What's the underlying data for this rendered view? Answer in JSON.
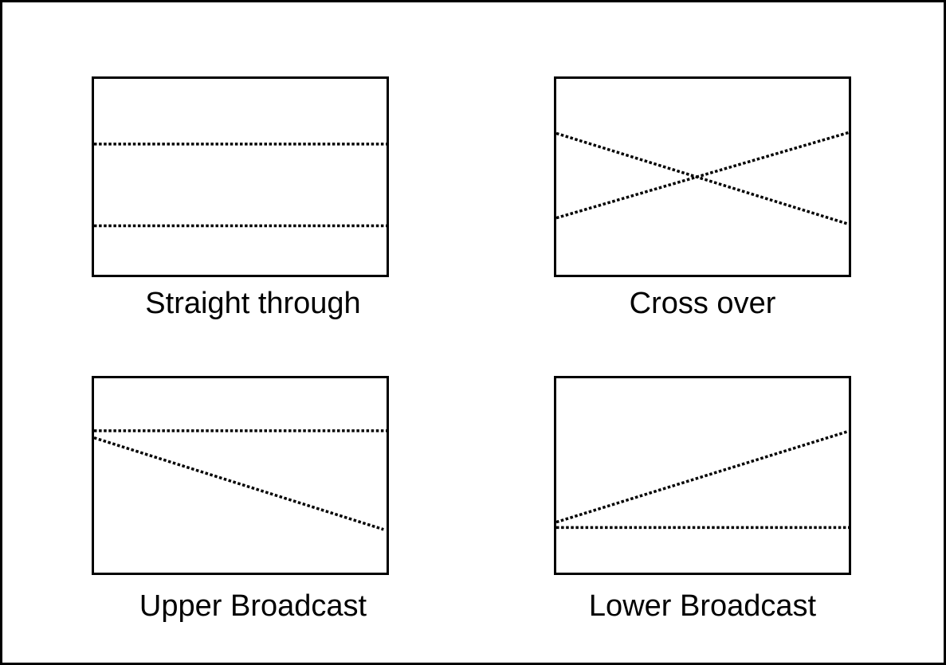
{
  "canvas": {
    "background": "#ffffff",
    "border_color": "#000000",
    "line_color": "#000000"
  },
  "diagram": {
    "panels": [
      {
        "name": "straight-through",
        "label": "Straight through",
        "lines": [
          {
            "x1": 0,
            "y1": 0.333,
            "x2": 1,
            "y2": 0.333
          },
          {
            "x1": 0,
            "y1": 0.75,
            "x2": 1,
            "y2": 0.75
          }
        ]
      },
      {
        "name": "cross-over",
        "label": "Cross over",
        "lines": [
          {
            "x1": 0,
            "y1": 0.278,
            "x2": 1,
            "y2": 0.742
          },
          {
            "x1": 0,
            "y1": 0.71,
            "x2": 1,
            "y2": 0.274
          }
        ]
      },
      {
        "name": "upper-broadcast",
        "label": "Upper Broadcast",
        "lines": [
          {
            "x1": 0,
            "y1": 0.27,
            "x2": 1,
            "y2": 0.27
          },
          {
            "x1": 0,
            "y1": 0.306,
            "x2": 0.99,
            "y2": 0.778
          }
        ]
      },
      {
        "name": "lower-broadcast",
        "label": "Lower Broadcast",
        "lines": [
          {
            "x1": 0,
            "y1": 0.74,
            "x2": 1,
            "y2": 0.272
          },
          {
            "x1": 0,
            "y1": 0.768,
            "x2": 1,
            "y2": 0.768
          }
        ]
      }
    ],
    "line_style": {
      "stroke_width": 3.5,
      "dash": "3.5 2.6"
    }
  }
}
